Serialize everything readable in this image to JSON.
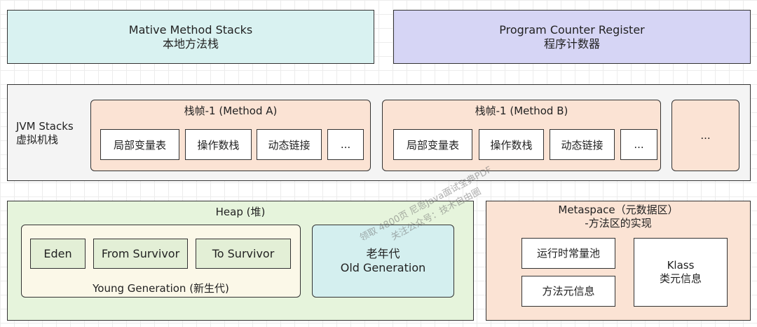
{
  "native_stack": {
    "line1": "Mative Method Stacks",
    "line2": "本地方法栈"
  },
  "pc_register": {
    "line1": "Program Counter Register",
    "line2": "程序计数器"
  },
  "jvm_stacks": {
    "label_line1": "JVM Stacks",
    "label_line2": "虚拟机栈",
    "frames": [
      {
        "title": "栈帧-1 (Method A)",
        "cells": [
          "局部变量表",
          "操作数栈",
          "动态链接",
          "..."
        ]
      },
      {
        "title": "栈帧-1 (Method B)",
        "cells": [
          "局部变量表",
          "操作数栈",
          "动态链接",
          "..."
        ]
      }
    ],
    "more": "..."
  },
  "heap": {
    "title": "Heap (堆)",
    "young": {
      "title": "Young Generation (新生代)",
      "cells": [
        "Eden",
        "From Survivor",
        "To Survivor"
      ]
    },
    "old": {
      "line1": "老年代",
      "line2": "Old Generation"
    }
  },
  "metaspace": {
    "title_line1": "Metaspace（元数据区）",
    "title_line2": "-方法区的实现",
    "runtime_pool": "运行时常量池",
    "method_meta": "方法元信息",
    "klass_line1": "Klass",
    "klass_line2": "类元信息"
  },
  "watermark": {
    "line1": "领取 4800页 尼恩Java面试宝典PDF",
    "line2": "关注公众号：技术自由圈"
  }
}
